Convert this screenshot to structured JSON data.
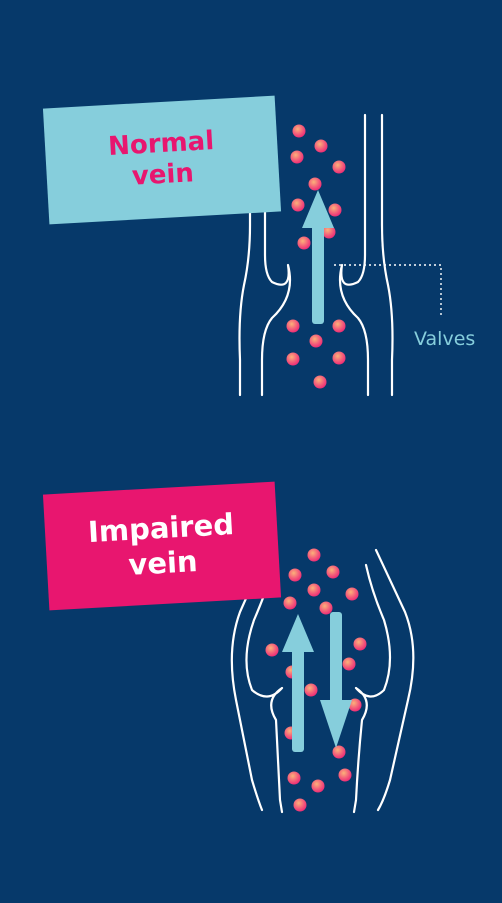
{
  "normal": {
    "title_line1": "Normal",
    "title_line2": "vein"
  },
  "impaired": {
    "title_line1": "Impaired",
    "title_line2": "vein"
  },
  "annotation": {
    "valves_label": "Valves"
  },
  "colors": {
    "background": "#06396a",
    "accent_blue": "#86cedc",
    "accent_pink": "#e8166f",
    "vein_wall": "#ffffff",
    "blood_cell_inner": "#f8a06a",
    "blood_cell_outer": "#ee2c78"
  },
  "icons": {
    "blood_flow_up": "arrow-up-icon",
    "blood_flow_down": "arrow-down-icon"
  }
}
